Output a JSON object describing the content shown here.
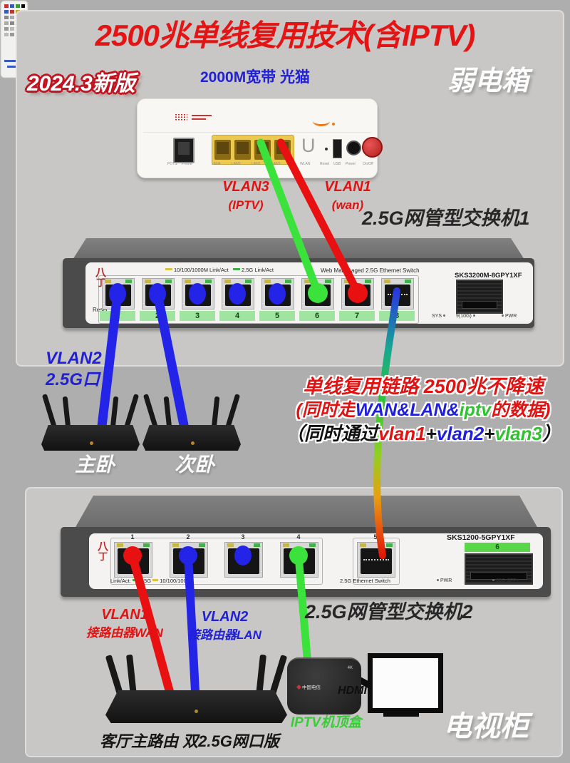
{
  "header": {
    "title": "2500兆单线复用技术(含IPTV)",
    "version_badge": "2024.3新版",
    "zone_top": "弱电箱",
    "zone_bottom": "电视柜"
  },
  "modem": {
    "label": "2000M宽带 光猫",
    "ports": {
      "pots": "POTS",
      "phone": "Phone",
      "lan4": "LAN4",
      "lan3": "LAN3",
      "lan2": "LAN2",
      "lan1": "LAN1",
      "wlan": "WLAN",
      "reset": "Reset",
      "usb": "USB",
      "power": "Power",
      "onoff": "On/Off"
    }
  },
  "switch1": {
    "name_label": "2.5G网管型交换机1",
    "model": "SKS3200M-8GPY1XF",
    "legend_1000m": "10/100/1000M Link/Act",
    "legend_25g": "2.5G Link/Act",
    "header_text": "Web Manneaged 2.5G Ethernet Switch",
    "reset": "Reset",
    "port_numbers": [
      "1",
      "2",
      "3",
      "4",
      "5",
      "6",
      "7",
      "8"
    ],
    "sys": "SYS",
    "sfp_port": "9(10G)",
    "pwr": "PWR"
  },
  "switch2": {
    "name_label": "2.5G网管型交换机2",
    "model": "SKS1200-5GPY1XF",
    "port_numbers": [
      "1",
      "2",
      "3",
      "4",
      "5"
    ],
    "sfp_number": "6",
    "legend_linkact": "Link/Act:",
    "legend_25g": "2.5G",
    "legend_1000m": "10/100/1000M",
    "product_text": "2.5G Ethernet Switch",
    "pwr": "PWR",
    "sfp_label": "10G SFP+"
  },
  "cable_labels": {
    "vlan3_title": "VLAN3",
    "vlan3_sub": "(IPTV)",
    "vlan1_title": "VLAN1",
    "vlan1_sub": "(wan)",
    "vlan2_title": "VLAN2",
    "vlan2_sub": "2.5G口",
    "vlan1_router_title": "VLAN1",
    "vlan1_router_sub": "接路由器WAN",
    "vlan2_router_title": "VLAN2",
    "vlan2_router_sub": "接路由器LAN"
  },
  "multiplex_note": {
    "line1": "单线复用链路 2500兆不降速",
    "line2": [
      {
        "text": "(同时走",
        "color": "#e01212"
      },
      {
        "text": "WAN&LAN&",
        "color": "#2020d8"
      },
      {
        "text": "iptv",
        "color": "#2fc42f"
      },
      {
        "text": "的数据)",
        "color": "#e01212"
      }
    ],
    "line3": [
      {
        "text": "（同时通过",
        "color": "#111111"
      },
      {
        "text": "vlan1",
        "color": "#e01212"
      },
      {
        "text": "+",
        "color": "#111111"
      },
      {
        "text": "vlan2",
        "color": "#2020d8"
      },
      {
        "text": "+",
        "color": "#111111"
      },
      {
        "text": "vlan3",
        "color": "#2fc42f"
      },
      {
        "text": "）",
        "color": "#111111"
      }
    ]
  },
  "devices": {
    "room1": "主卧",
    "room2": "次卧",
    "living_router": "客厅主路由 双2.5G网口版",
    "iptv_box": "IPTV机顶盒",
    "hdmi": "HDMI",
    "telecom_logo": "中国电信",
    "tv_badge": "4K"
  },
  "icons": {
    "switch_brand_top": "八",
    "switch_brand_bottom": "丁",
    "wlan_u": "U"
  },
  "colors": {
    "cable_blue": "#2424e8",
    "cable_red": "#e81010",
    "cable_green": "#3ce23c",
    "accent_red": "#e41414",
    "port_strip_green": "#9fe49f"
  }
}
